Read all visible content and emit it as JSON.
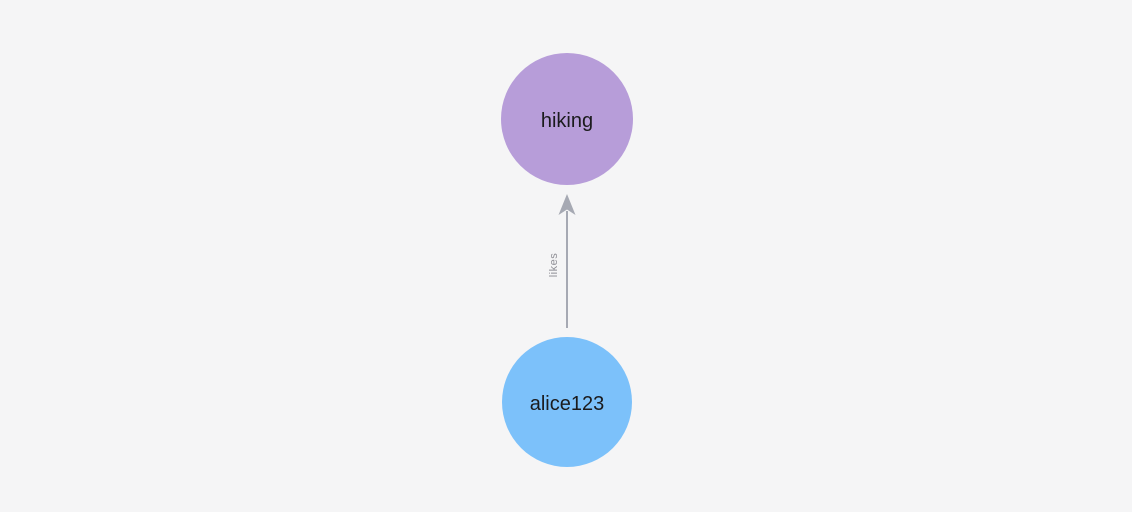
{
  "canvas": {
    "background": "#f5f5f6"
  },
  "graph": {
    "nodes": [
      {
        "id": "hiking",
        "label": "hiking",
        "color": "#b79dd9",
        "text_color": "#1b1b1d"
      },
      {
        "id": "alice123",
        "label": "alice123",
        "color": "#7cc1fa",
        "text_color": "#1b1b1d"
      }
    ],
    "edges": [
      {
        "from": "alice123",
        "to": "hiking",
        "label": "likes",
        "color": "#a6a9b3",
        "label_color": "#8f8f96"
      }
    ]
  }
}
